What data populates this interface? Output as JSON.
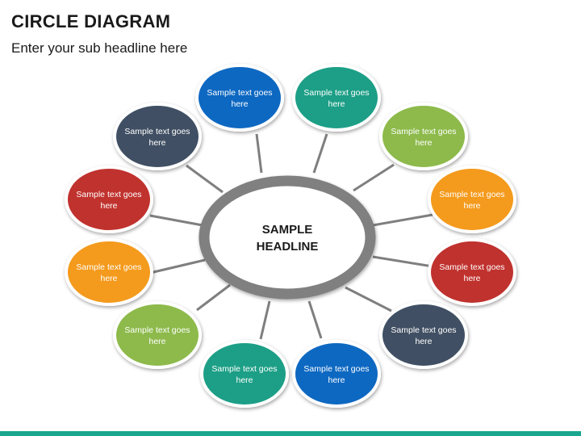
{
  "title": "CIRCLE DIAGRAM",
  "subtitle": "Enter your sub headline here",
  "center": {
    "line1": "SAMPLE",
    "line2": "HEADLINE"
  },
  "colors": {
    "spoke": "#7f7f7f",
    "ring": "#808080",
    "accent_bar": "#1aa68f"
  },
  "nodes": [
    {
      "line1": "Sample text goes",
      "line2": "here",
      "color": "#1167c2"
    },
    {
      "line1": "Sample text goes",
      "line2": "here",
      "color": "#1e9f86"
    },
    {
      "line1": "Sample text goes",
      "line2": "here",
      "color": "#8dba4b"
    },
    {
      "line1": "Sample text goes",
      "line2": "here",
      "color": "#f49a1c"
    },
    {
      "line1": "Sample text goes",
      "line2": "here",
      "color": "#c0312f"
    },
    {
      "line1": "Sample text goes",
      "line2": "here",
      "color": "#3f5064"
    },
    {
      "line1": "Sample text goes",
      "line2": "here",
      "color": "#1167c2"
    },
    {
      "line1": "Sample text goes",
      "line2": "here",
      "color": "#1e9f86"
    },
    {
      "line1": "Sample text goes",
      "line2": "here",
      "color": "#8dba4b"
    },
    {
      "line1": "Sample text goes",
      "line2": "here",
      "color": "#f49a1c"
    },
    {
      "line1": "Sample text goes",
      "line2": "here",
      "color": "#c0312f"
    },
    {
      "line1": "Sample text goes",
      "line2": "here",
      "color": "#3f5064"
    }
  ]
}
